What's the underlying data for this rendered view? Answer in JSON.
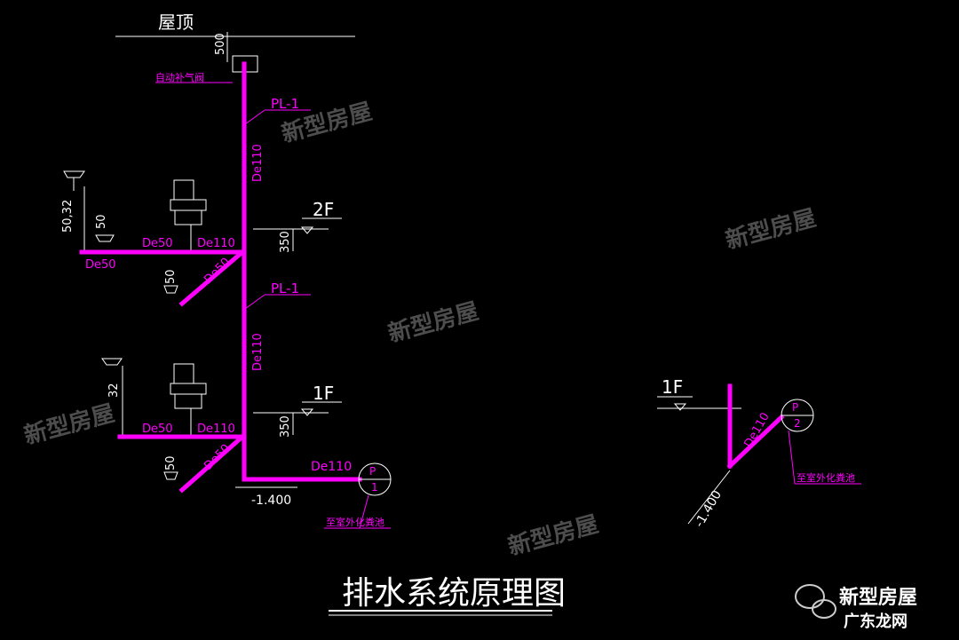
{
  "diagram": {
    "title": "排水系统原理图",
    "roof_label": "屋顶",
    "vent_valve": "自动补气阀",
    "dim_500": "500",
    "riser": {
      "label_upper": "PL-1",
      "label_lower": "PL-1",
      "size": "De110"
    },
    "floor2": {
      "level": "2F",
      "dim_350": "350",
      "dim_50_32": "50,32",
      "dim_50a": "50",
      "dim_50b": "50",
      "branch_a": "De50",
      "branch_b": "De110",
      "branch_c": "De50",
      "diag": "De50"
    },
    "floor1": {
      "level": "1F",
      "dim_350": "350",
      "dim_32": "32",
      "dim_50": "50",
      "branch_a": "De50",
      "branch_b": "De110",
      "diag": "De50",
      "outlet": "De110",
      "elev": "-1.400",
      "tank_label": "至室外化粪池",
      "circle_top": "P",
      "circle_bottom": "1"
    },
    "detail": {
      "level": "1F",
      "pipe": "De110",
      "elev": "-1.400",
      "tank_label": "至室外化粪池",
      "circle_top": "P",
      "circle_bottom": "2"
    },
    "watermarks": [
      "新型房屋",
      "新型房屋",
      "新型房屋",
      "新型房屋",
      "新型房屋"
    ],
    "brand": {
      "name": "新型房屋",
      "site": "广东龙网"
    },
    "colors": {
      "pipe": "#ff00ff",
      "line": "#ffffff",
      "background": "#000000"
    }
  }
}
